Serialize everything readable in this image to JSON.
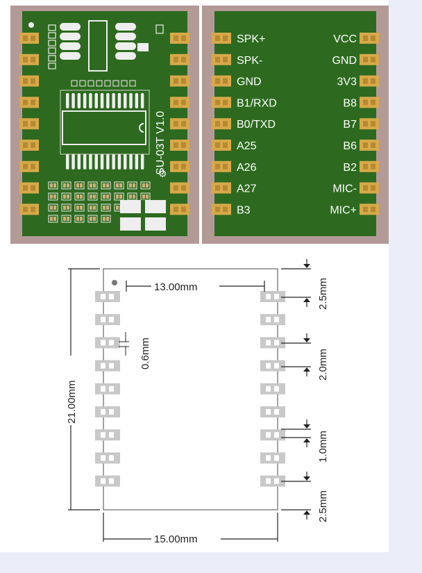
{
  "module": {
    "silkscreen": "SU-03T V1.0",
    "pins_left": [
      "SPK+",
      "SPK-",
      "GND",
      "B1/RXD",
      "B0/TXD",
      "A25",
      "A26",
      "A27",
      "B3"
    ],
    "pins_right": [
      "VCC",
      "GND",
      "3V3",
      "B8",
      "B7",
      "B6",
      "B2",
      "MIC-",
      "MIC+"
    ]
  },
  "dimensions": {
    "pitch_width": "13.00mm",
    "height": "21.00mm",
    "width": "15.00mm",
    "pad_gap": "0.6mm",
    "top_margin": "2.5mm",
    "pitch": "2.0mm",
    "pad_height": "1.0mm",
    "bottom_margin": "2.5mm"
  },
  "colors": {
    "pcb": "#2d6a1f",
    "pcb_frame": "#b39a96",
    "pad": "#d7a94a",
    "silk": "#eeeeee",
    "outline_pad": "#c8c8c8"
  }
}
